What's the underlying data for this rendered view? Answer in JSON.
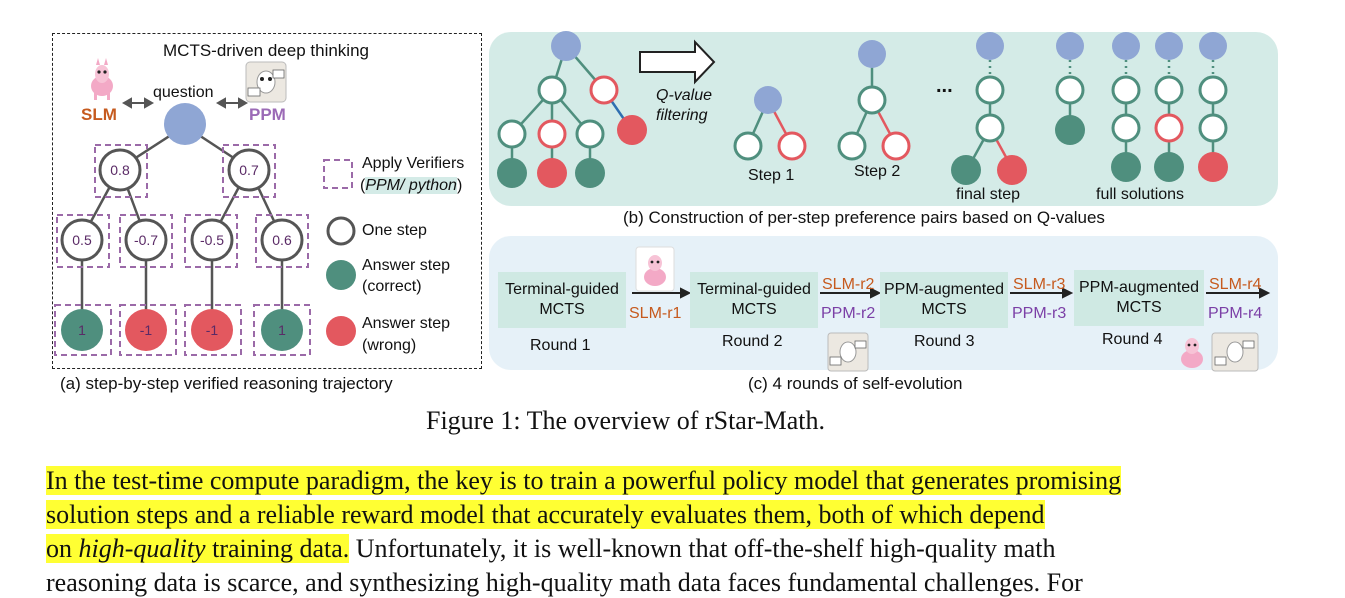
{
  "panel_a": {
    "title": "MCTS-driven deep thinking",
    "question": "question",
    "slm": "SLM",
    "ppm": "PPM",
    "node_values": [
      "0.8",
      "0.7",
      "0.5",
      "-0.7",
      "-0.5",
      "0.6",
      "1",
      "-1",
      "-1",
      "1"
    ],
    "legend": {
      "verifiers_line1": "Apply Verifiers",
      "verifiers_line2": "PPM/ python",
      "one_step": "One step",
      "answer_correct_l1": "Answer step",
      "answer_correct_l2": "(correct)",
      "answer_wrong_l1": "Answer step",
      "answer_wrong_l2": "(wrong)"
    },
    "caption": "(a) step-by-step verified reasoning trajectory"
  },
  "panel_b": {
    "qvalue_l1": "Q-value",
    "qvalue_l2": "filtering",
    "step1": "Step 1",
    "step2": "Step 2",
    "ellipsis": "...",
    "final_step": "final step",
    "full_solutions": "full solutions",
    "caption": "(b) Construction of per-step preference pairs based on Q-values"
  },
  "panel_c": {
    "box1_l1": "Terminal-guided",
    "box1_l2": "MCTS",
    "round1": "Round 1",
    "box2_l1": "Terminal-guided",
    "box2_l2": "MCTS",
    "round2": "Round 2",
    "box3_l1": "PPM-augmented",
    "box3_l2": "MCTS",
    "round3": "Round 3",
    "box4_l1": "PPM-augmented",
    "box4_l2": "MCTS",
    "round4": "Round 4",
    "slm_r1": "SLM-r1",
    "slm_r2": "SLM-r2",
    "ppm_r2": "PPM-r2",
    "slm_r3": "SLM-r3",
    "ppm_r3": "PPM-r3",
    "slm_r4": "SLM-r4",
    "ppm_r4": "PPM-r4",
    "caption": "(c) 4 rounds of self-evolution"
  },
  "figure_caption": "Figure 1: The overview of rStar-Math.",
  "paragraph": {
    "l1": "In the test-time compute paradigm, the key is to train a powerful policy model that generates promising",
    "l2": "solution steps and a reliable reward model that accurately evaluates them, both of which depend",
    "l3a": "on ",
    "l3b": "high-quality",
    "l3c": " training data.",
    "l3d": " Unfortunately, it is well-known that off-the-shelf high-quality math",
    "l4": "reasoning data is scarce, and synthesizing high-quality math data faces fundamental challenges. For"
  },
  "colors": {
    "root_blue": "#8fa6d4",
    "correct_green": "#4f8f7e",
    "wrong_red": "#e3585f",
    "step_ring": "#4f8f7e",
    "verifier_dash": "#9b6aa8",
    "panel_b_bg": "#d4ebe7",
    "panel_c_bg": "#e6f1f8"
  }
}
